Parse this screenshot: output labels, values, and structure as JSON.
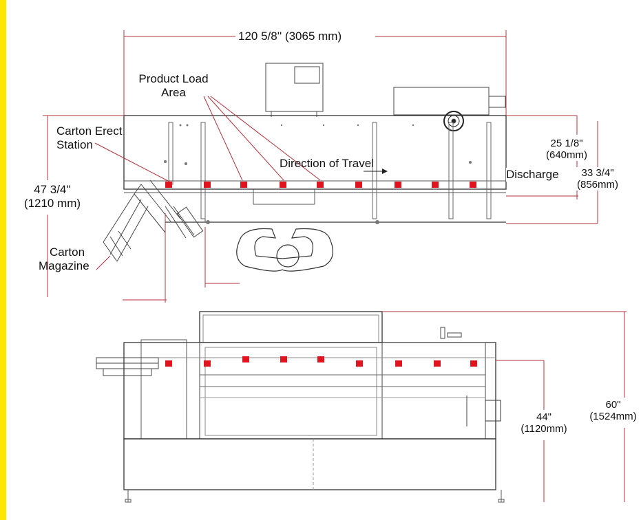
{
  "top_view": {
    "overall_length": "120 5/8'' (3065 mm)",
    "product_load_area_line1": "Product Load",
    "product_load_area_line2": "Area",
    "carton_erect_line1": "Carton Erect",
    "carton_erect_line2": "Station",
    "direction_of_travel": "Direction of Travel",
    "discharge": "Discharge",
    "width_line1": "47 3/4''",
    "width_line2": "(1210 mm)",
    "carton_magazine_line1": "Carton",
    "carton_magazine_line2": "Magazine",
    "dim_a_line1": "25 1/8\"",
    "dim_a_line2": "(640mm)",
    "dim_b_line1": "33 3/4\"",
    "dim_b_line2": "(856mm)"
  },
  "side_view": {
    "conveyor_height_line1": "44\"",
    "conveyor_height_line2": "(1120mm)",
    "overall_height_line1": "60\"",
    "overall_height_line2": "(1524mm)"
  },
  "colors": {
    "border": "#ffe600",
    "marker": "#e0141e",
    "dimension_line": "#b0303a",
    "frame": "#555555"
  }
}
